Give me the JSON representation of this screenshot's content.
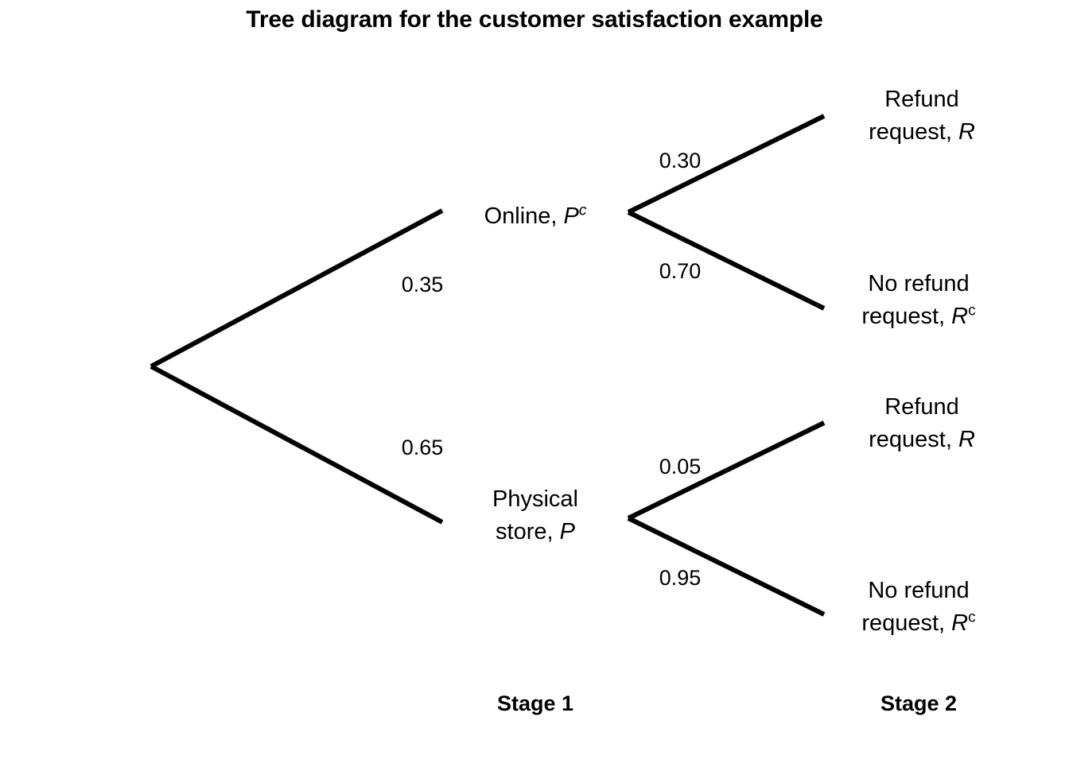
{
  "title": "Tree diagram for the customer satisfaction example",
  "stages": [
    {
      "label": "Stage 1"
    },
    {
      "label": "Stage 2"
    }
  ],
  "stage1_nodes": [
    {
      "name": "online",
      "text_line1": "Online, ",
      "symbol": "P",
      "superscript": "c",
      "probability": "0.35"
    },
    {
      "name": "physical-store",
      "text_line1": "Physical",
      "text_line2": "store, ",
      "symbol": "P",
      "superscript": "",
      "probability": "0.65"
    }
  ],
  "stage2_nodes": [
    {
      "parent": "online",
      "name": "refund-request",
      "text_line1": "Refund",
      "text_line2": "request, ",
      "symbol": "R",
      "superscript": "",
      "probability": "0.30"
    },
    {
      "parent": "online",
      "name": "no-refund-request",
      "text_line1": "No refund",
      "text_line2": "request, ",
      "symbol": "R",
      "superscript": "c",
      "probability": "0.70"
    },
    {
      "parent": "physical-store",
      "name": "refund-request",
      "text_line1": "Refund",
      "text_line2": "request, ",
      "symbol": "R",
      "superscript": "",
      "probability": "0.05"
    },
    {
      "parent": "physical-store",
      "name": "no-refund-request",
      "text_line1": "No refund",
      "text_line2": "request, ",
      "symbol": "R",
      "superscript": "c",
      "probability": "0.95"
    }
  ],
  "style": {
    "line_color": "#000000",
    "background": "#ffffff",
    "line_width": "6"
  }
}
